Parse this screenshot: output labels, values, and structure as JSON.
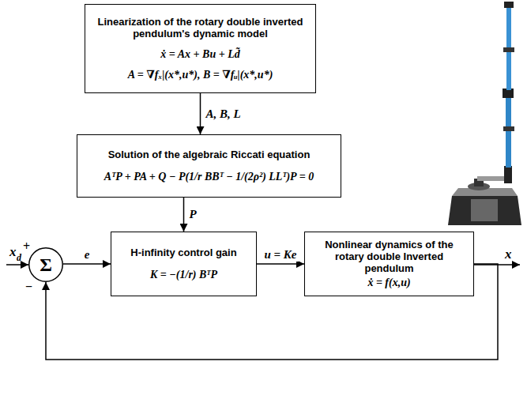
{
  "diagram": {
    "nodes": [
      {
        "text": [
          "Linearization of the rotary double inverted pendulum's dynamic model",
          "ẋ = Ax + Bu + Ld̃",
          "A = ∇fₓ|(x*,u*), B = ∇fᵤ|(x*,u*)"
        ]
      },
      {
        "text": [
          "Solution of the algebraic Riccati equation",
          "AᵀP + PA + Q − P(1/r BBᵀ − 1/(2ρ²) LLᵀ)P = 0"
        ]
      },
      {
        "text": [
          "Σ"
        ]
      },
      {
        "text": [
          "H-infinity control gain",
          "K = −(1/r) BᵀP"
        ]
      },
      {
        "text": [
          "Nonlinear dynamics of the rotary double Inverted pendulum",
          "ẋ = f(x,u)"
        ]
      }
    ],
    "edges": [
      {
        "from": 0,
        "to": 1,
        "arrow": "to",
        "label": "A, B, L"
      },
      {
        "from": 1,
        "to": 3,
        "arrow": "to",
        "label": "P"
      },
      {
        "from": 2,
        "to": 3,
        "arrow": "to",
        "label": "e"
      },
      {
        "from": 3,
        "to": 4,
        "arrow": "to",
        "label": "u = Ke"
      },
      {
        "from": 4,
        "to": 2,
        "arrow": "to"
      }
    ],
    "labels": [
      "x",
      "d",
      "+",
      "−",
      "x"
    ]
  }
}
